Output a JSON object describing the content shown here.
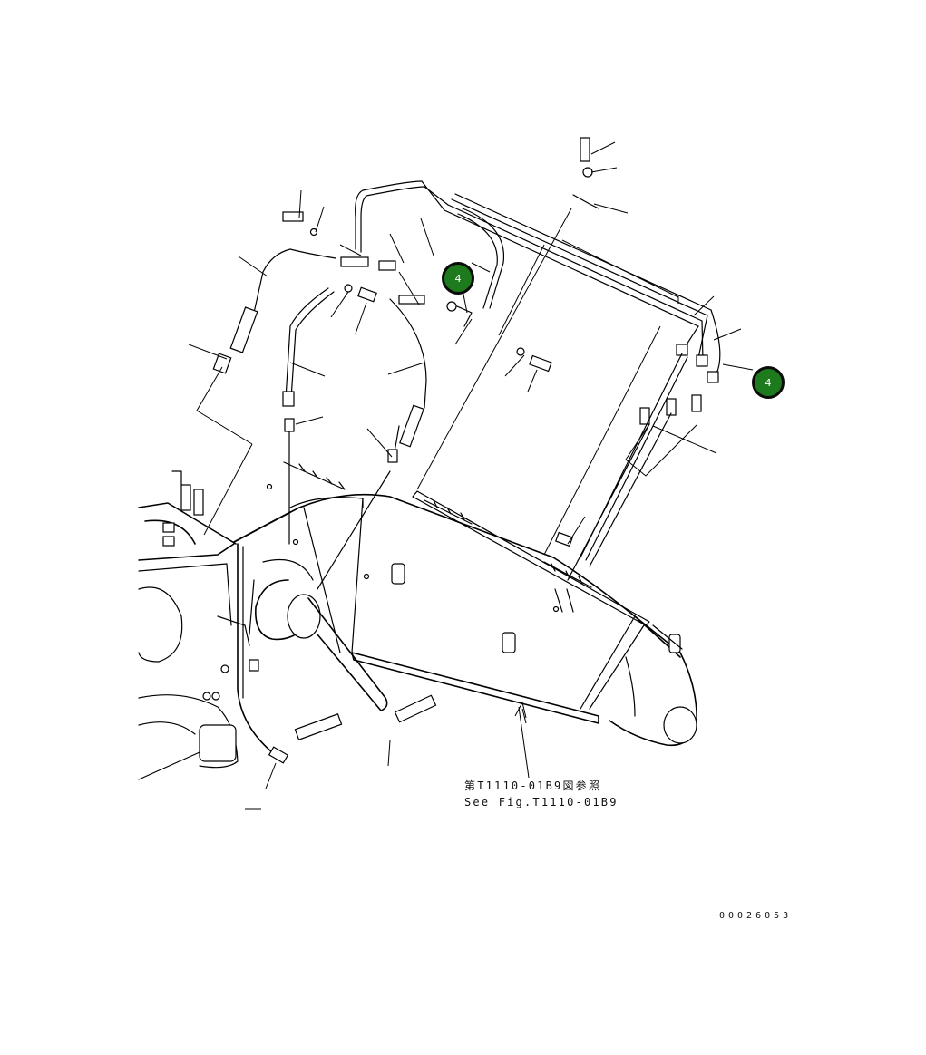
{
  "callouts": [
    {
      "label": "4",
      "color": "#1d7a1d"
    },
    {
      "label": "4",
      "color": "#1d7a1d"
    }
  ],
  "reference_note": {
    "line1": "第T1110-01B9図参照",
    "line2": "See Fig.T1110-01B9"
  },
  "drawing_number": "00026053"
}
